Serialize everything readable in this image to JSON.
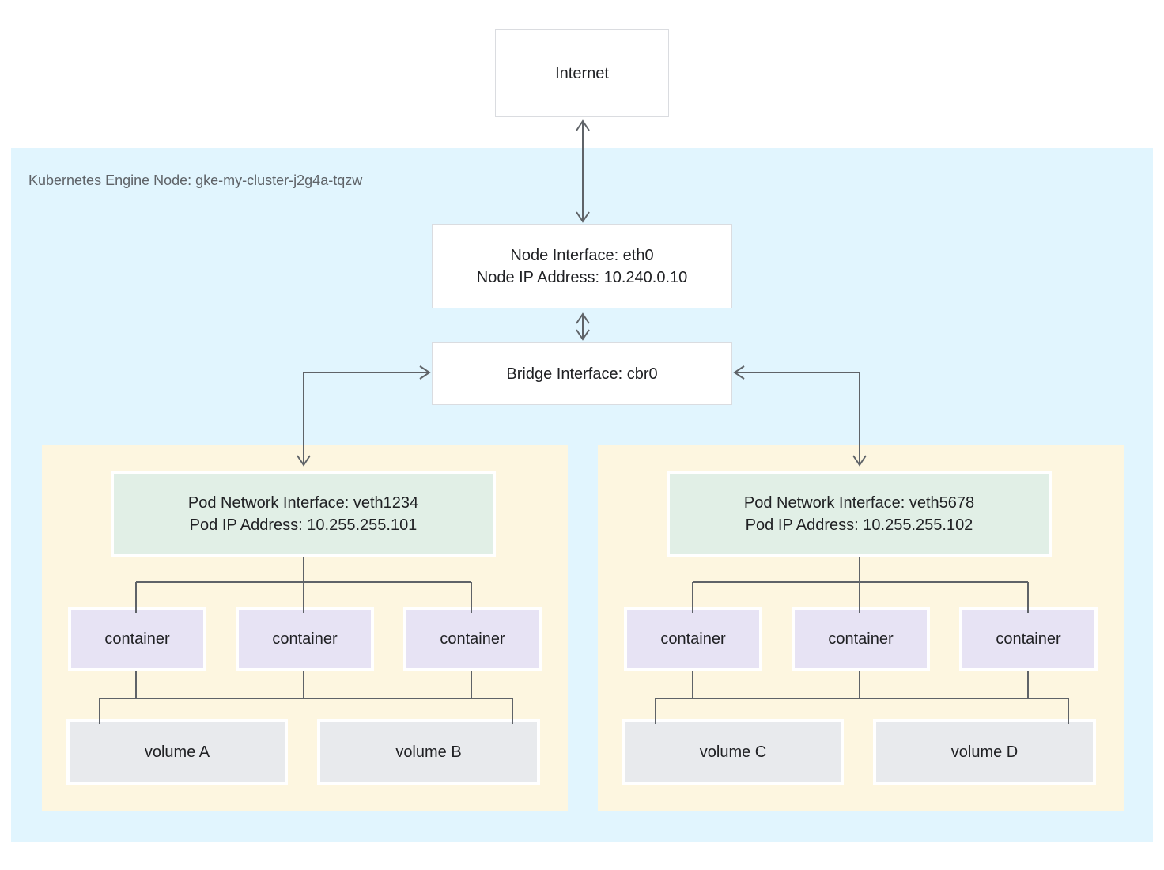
{
  "internet": {
    "label": "Internet"
  },
  "node": {
    "label": "Kubernetes Engine Node: gke-my-cluster-j2g4a-tqzw",
    "interface": {
      "line1": "Node Interface: eth0",
      "line2": "Node IP Address: 10.240.0.10"
    },
    "bridge": {
      "label": "Bridge Interface: cbr0"
    }
  },
  "pods": [
    {
      "interface": {
        "line1": "Pod Network Interface: veth1234",
        "line2": "Pod IP Address: 10.255.255.101"
      },
      "containers": [
        "container",
        "container",
        "container"
      ],
      "volumes": [
        "volume A",
        "volume B"
      ]
    },
    {
      "interface": {
        "line1": "Pod Network Interface: veth5678",
        "line2": "Pod IP Address: 10.255.255.102"
      },
      "containers": [
        "container",
        "container",
        "container"
      ],
      "volumes": [
        "volume C",
        "volume D"
      ]
    }
  ],
  "colors": {
    "node_bg": "#e1f5fe",
    "pod_bg": "#fdf6e0",
    "interface_bg": "#e1efe6",
    "container_bg": "#e7e3f4",
    "volume_bg": "#e8eaed",
    "box_border": "#dadce0",
    "line": "#5f6368",
    "text": "#202124",
    "label_text": "#5f6368"
  }
}
